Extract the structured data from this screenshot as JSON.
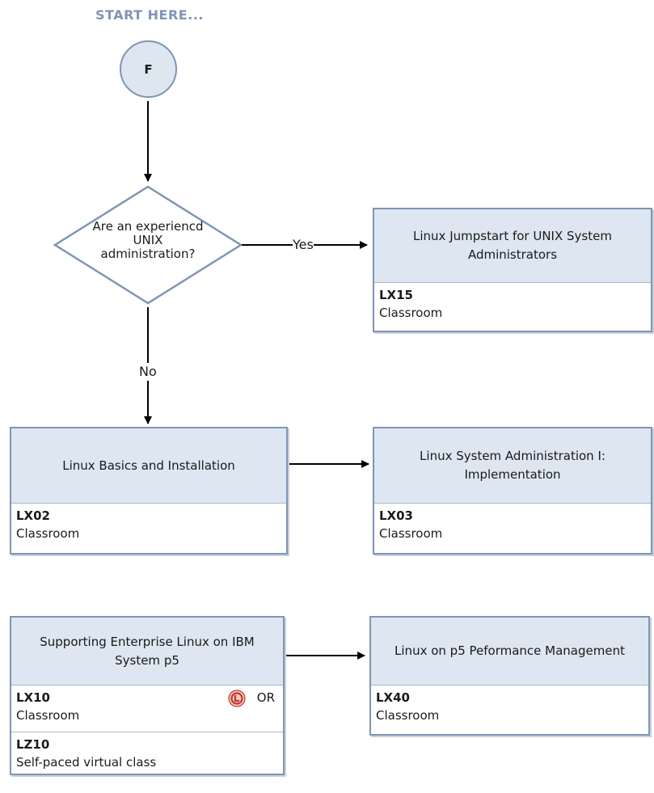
{
  "start": {
    "label": "START HERE...",
    "node": "F"
  },
  "decision": {
    "question": "Are an experiencd UNIX administration?",
    "yes_label": "Yes",
    "no_label": "No"
  },
  "courses": {
    "jumpstart": {
      "title": "Linux Jumpstart for UNIX System Administrators",
      "code": "LX15",
      "delivery": "Classroom"
    },
    "basics": {
      "title": "Linux Basics and Installation",
      "code": "LX02",
      "delivery": "Classroom"
    },
    "sysadmin": {
      "title": "Linux System Administration I: Implementation",
      "code": "LX03",
      "delivery": "Classroom"
    },
    "enterprise": {
      "title": "Supporting Enterprise Linux on IBM System p5",
      "option1": {
        "code": "LX10",
        "delivery": "Classroom",
        "or_label": "OR",
        "icon": "e-learning-icon"
      },
      "option2": {
        "code": "LZ10",
        "delivery": "Self-paced virtual class"
      }
    },
    "performance": {
      "title": "Linux on p5 Peformance Management",
      "code": "LX40",
      "delivery": "Classroom"
    }
  },
  "colors": {
    "border": "#7f95b3",
    "title_fill": "#dde6f1",
    "start_text": "#7f95b3",
    "icon_red": "#c0392b"
  }
}
